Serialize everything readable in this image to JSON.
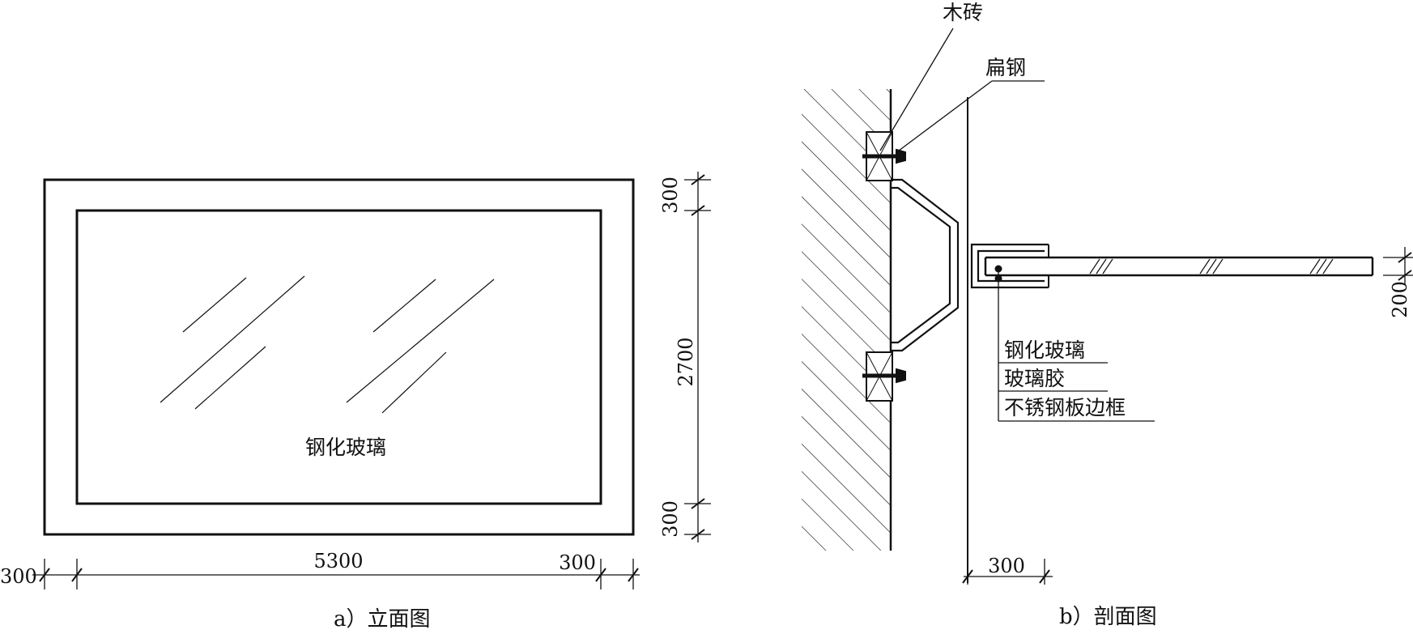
{
  "elevation": {
    "glass_label": "钢化玻璃",
    "dims": {
      "left_margin": "300",
      "width": "5300",
      "right_margin": "300",
      "top_margin": "300",
      "height": "2700",
      "bottom_margin": "300"
    },
    "caption": "a）立面图"
  },
  "section": {
    "labels": {
      "wood_block": "木砖",
      "flat_steel": "扁钢",
      "tempered_glass": "钢化玻璃",
      "glass_glue": "玻璃胶",
      "steel_frame": "不锈钢板边框"
    },
    "dims": {
      "projection": "300",
      "thickness": "200"
    },
    "caption": "b）剖面图"
  },
  "colors": {
    "line": "#111111",
    "background": "#ffffff"
  }
}
